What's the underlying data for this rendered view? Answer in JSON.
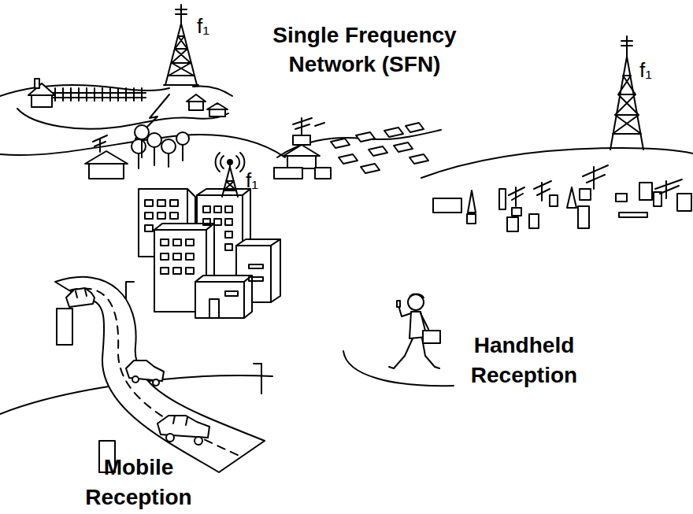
{
  "diagram": {
    "title": "Single Frequency Network (SFN)",
    "labels": [
      "f₁",
      "f₁",
      "f₁",
      "Handheld Reception",
      "Mobile Reception"
    ]
  }
}
